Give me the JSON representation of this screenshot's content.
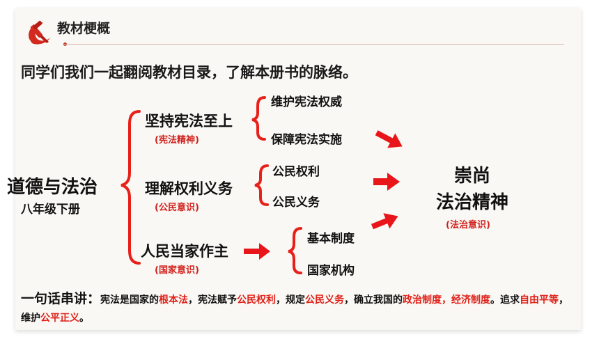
{
  "header": {
    "title": "教材梗概"
  },
  "intro": "同学们我们一起翻阅教材目录，了解本册书的脉络。",
  "book": {
    "title": "道德与法治",
    "subtitle": "八年级下册"
  },
  "sections": [
    {
      "title": "坚持宪法至上",
      "tag": "(宪法精神)",
      "items": [
        "维护宪法权威",
        "保障宪法实施"
      ]
    },
    {
      "title": "理解权利义务",
      "tag": "(公民意识)",
      "items": [
        "公民权利",
        "公民义务"
      ]
    },
    {
      "title": "人民当家作主",
      "tag": "(国家意识)",
      "items": [
        "基本制度",
        "国家机构"
      ]
    }
  ],
  "result": {
    "line1": "崇尚",
    "line2": "法治精神",
    "tag": "(法治意识)"
  },
  "summary": {
    "lead": "一句话串讲：",
    "p1": "宪法是国家的",
    "h1": "根本法",
    "p2": "，宪法赋予",
    "h2": "公民权利",
    "p3": "，规定",
    "h3": "公民义务",
    "p4": "，确立我国的",
    "h4": "政治制度，经济制度",
    "p5": "。追求",
    "h5": "自由平等",
    "p6": "，维护",
    "h6": "公平正义",
    "p7": "。"
  },
  "colors": {
    "accent_red": "#e02018",
    "tag_red": "#d0201c",
    "brace_red": "#e8201a",
    "arrow_red": "#e8161a"
  },
  "icons": {
    "emblem": "hammer-sickle-icon"
  }
}
